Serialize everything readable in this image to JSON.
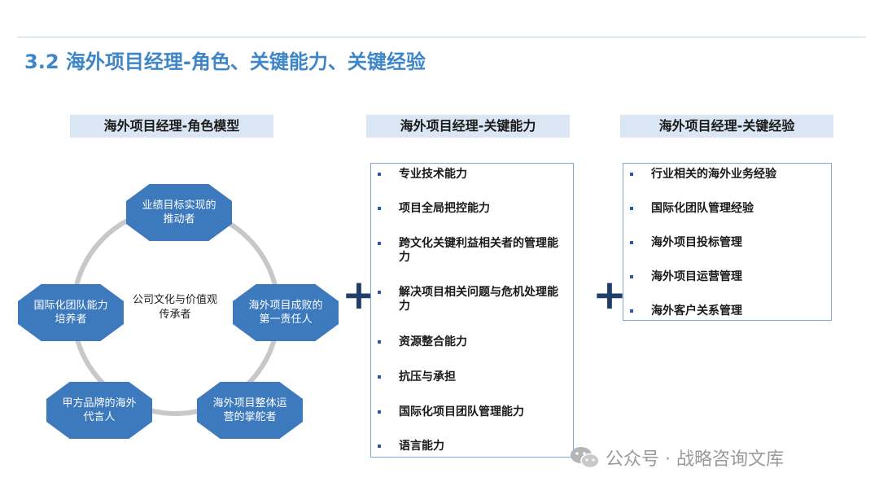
{
  "title": "3.2 海外项目经理-角色、关键能力、关键经验",
  "role_model": {
    "header": "海外项目经理-角色模型",
    "center": "公司文化与价值观传承者",
    "nodes": [
      "业绩目标实现的推动者",
      "海外项目成败的第一责任人",
      "海外项目整体运营的掌舵者",
      "甲方品牌的海外代言人",
      "国际化团队能力培养者"
    ]
  },
  "abilities": {
    "header": "海外项目经理-关键能力",
    "items": [
      "专业技术能力",
      "项目全局把控能力",
      "跨文化关键利益相关者的管理能力",
      "解决项目相关问题与危机处理能力",
      "资源整合能力",
      "抗压与承担",
      "国际化项目团队管理能力",
      "语言能力"
    ]
  },
  "experience": {
    "header": "海外项目经理-关键经验",
    "items": [
      "行业相关的海外业务经验",
      "国际化团队管理经验",
      "海外项目投标管理",
      "海外项目运营管理",
      "海外客户关系管理"
    ]
  },
  "plus_symbol": "+",
  "watermark": "公众号 · 战略咨询文库",
  "colors": {
    "title": "#3f86c8",
    "header_bg": "#dbe6f4",
    "node_fill": "#3d79bd",
    "ring": "#c8c8c8",
    "plus": "#1f3f6a"
  }
}
